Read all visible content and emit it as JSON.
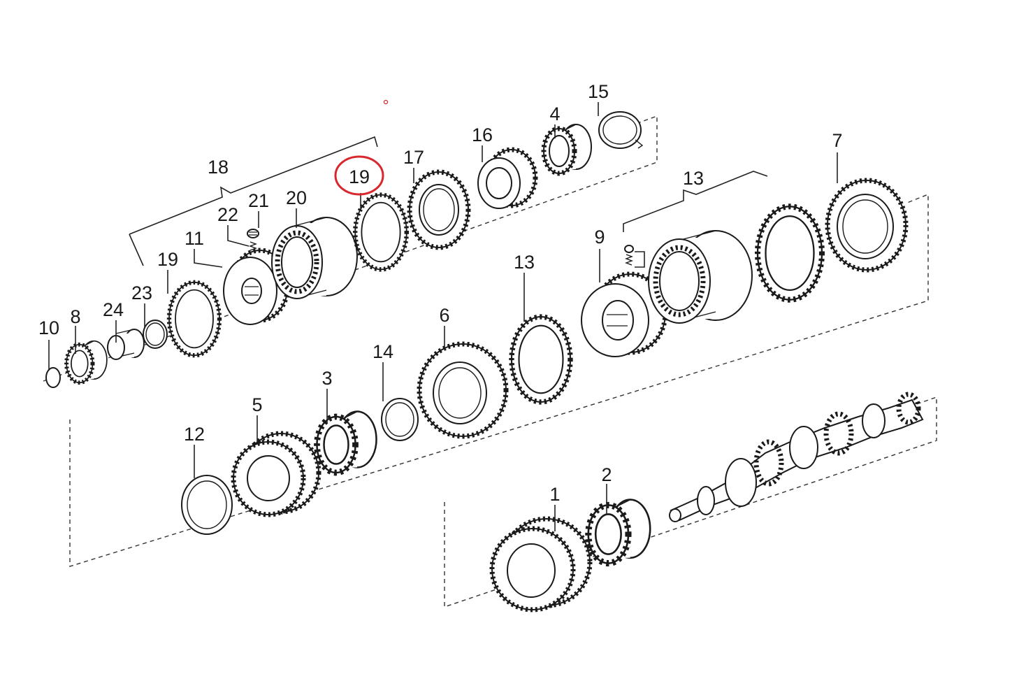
{
  "callouts": {
    "c1": "1",
    "c2": "2",
    "c3": "3",
    "c4": "4",
    "c5": "5",
    "c6": "6",
    "c7": "7",
    "c8": "8",
    "c9": "9",
    "c10": "10",
    "c11": "11",
    "c12": "12",
    "c13a": "13",
    "c13b": "13",
    "c14": "14",
    "c15": "15",
    "c16": "16",
    "c17": "17",
    "c18": "18",
    "c19a": "19",
    "c19b": "19",
    "c20": "20",
    "c21": "21",
    "c22": "22",
    "c23": "23",
    "c24": "24"
  },
  "highlight": {
    "callout": "19",
    "color": "#d9272e"
  },
  "colors": {
    "line": "#1a1a1a",
    "highlight": "#d9272e",
    "background": "#ffffff"
  }
}
